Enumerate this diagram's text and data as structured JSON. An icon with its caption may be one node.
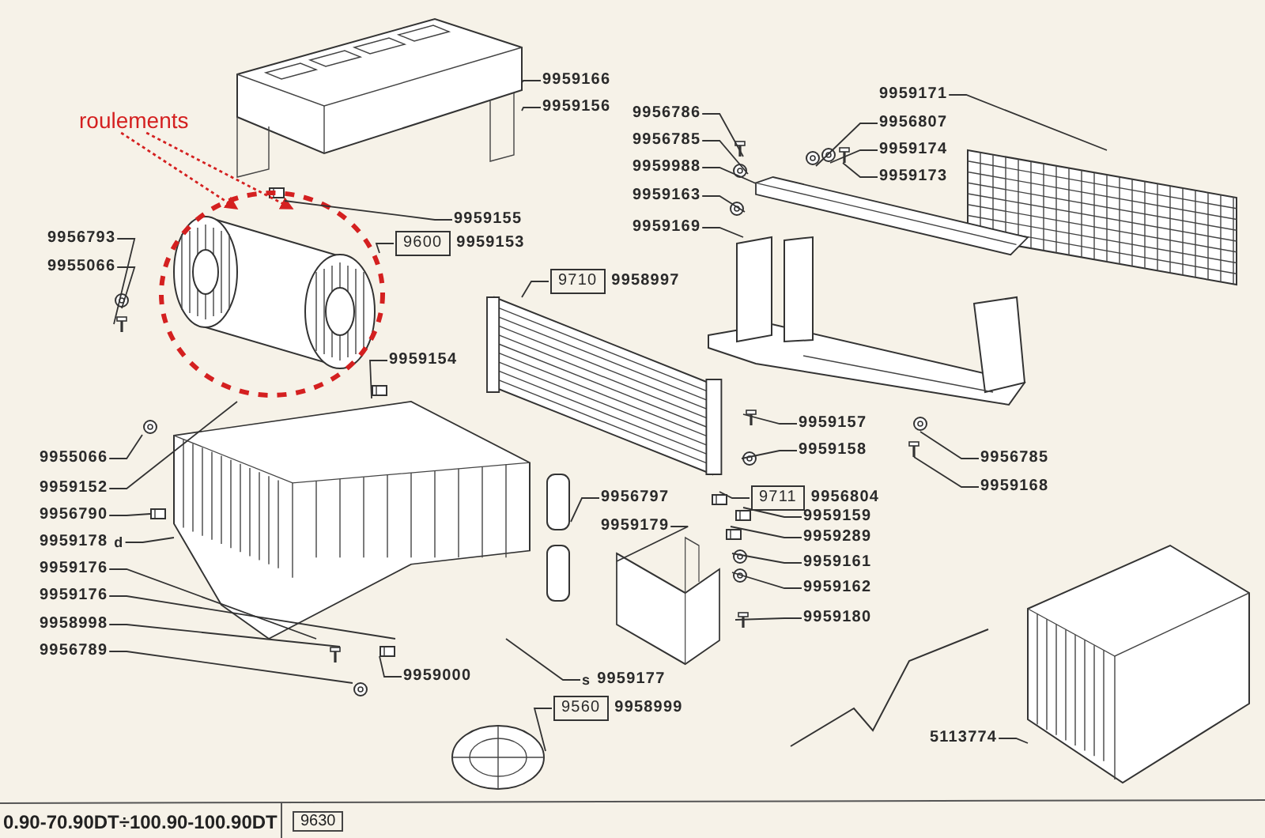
{
  "diagram": {
    "nodes": [
      {
        "text": [
          "roulements"
        ]
      },
      {
        "text": [
          "9959166"
        ]
      },
      {
        "text": [
          "9959156"
        ]
      },
      {
        "text": [
          "9956786"
        ]
      },
      {
        "text": [
          "9956785"
        ]
      },
      {
        "text": [
          "9959988"
        ]
      },
      {
        "text": [
          "9959163"
        ]
      },
      {
        "text": [
          "9959169"
        ]
      },
      {
        "text": [
          "9959171"
        ]
      },
      {
        "text": [
          "9956807"
        ]
      },
      {
        "text": [
          "9959174"
        ]
      },
      {
        "text": [
          "9959173"
        ]
      },
      {
        "text": [
          "9959155"
        ]
      },
      {
        "text": [
          "9600"
        ],
        "beside": [
          "9959153"
        ]
      },
      {
        "text": [
          "9956793"
        ]
      },
      {
        "text": [
          "9955066"
        ]
      },
      {
        "text": [
          "9710"
        ],
        "beside": [
          "9958997"
        ]
      },
      {
        "text": [
          "9959154"
        ]
      },
      {
        "text": [
          "9959157"
        ]
      },
      {
        "text": [
          "9959158"
        ]
      },
      {
        "text": [
          "9956785"
        ]
      },
      {
        "text": [
          "9959168"
        ]
      },
      {
        "text": [
          "9711"
        ],
        "beside": [
          "9956804"
        ]
      },
      {
        "text": [
          "9959159"
        ]
      },
      {
        "text": [
          "9959289"
        ]
      },
      {
        "text": [
          "9959161"
        ]
      },
      {
        "text": [
          "9959162"
        ]
      },
      {
        "text": [
          "9959180"
        ]
      },
      {
        "text": [
          "9956797"
        ]
      },
      {
        "text": [
          "9959179"
        ]
      },
      {
        "text": [
          "9955066"
        ]
      },
      {
        "text": [
          "9959152"
        ]
      },
      {
        "text": [
          "9956790"
        ]
      },
      {
        "text": [
          "9959178"
        ],
        "beside": [
          "d"
        ]
      },
      {
        "text": [
          "9959176"
        ]
      },
      {
        "text": [
          "9959176"
        ]
      },
      {
        "text": [
          "9958998"
        ]
      },
      {
        "text": [
          "9956789"
        ]
      },
      {
        "text": [
          "9959000"
        ]
      },
      {
        "text": [
          "9959177"
        ],
        "beside": [
          "s"
        ]
      },
      {
        "text": [
          "9560"
        ],
        "beside": [
          "9958999"
        ]
      },
      {
        "text": [
          "5113774"
        ]
      },
      {
        "text": [],
        "shape": "picture"
      },
      {
        "text": [],
        "shape": "picture"
      },
      {
        "text": [],
        "shape": "picture"
      },
      {
        "text": [],
        "shape": "picture"
      },
      {
        "text": [],
        "shape": "picture"
      },
      {
        "text": [],
        "shape": "picture"
      },
      {
        "text": [],
        "shape": "picture"
      },
      {
        "text": [],
        "shape": "picture"
      },
      {
        "text": [],
        "shape": "picture"
      },
      {
        "text": [],
        "shape": "picture"
      },
      {
        "text": [],
        "shape": "picture"
      },
      {
        "text": [],
        "shape": "picture"
      },
      {
        "text": [],
        "shape": "picture"
      },
      {
        "text": [],
        "shape": "picture"
      },
      {
        "text": [],
        "shape": "picture"
      },
      {
        "text": [],
        "shape": "picture"
      },
      {
        "text": [],
        "shape": "picture"
      },
      {
        "text": [],
        "shape": "picture"
      },
      {
        "text": [],
        "shape": "picture"
      },
      {
        "text": [],
        "shape": "picture"
      },
      {
        "text": [],
        "shape": "picture"
      },
      {
        "text": [],
        "shape": "picture"
      },
      {
        "text": [],
        "shape": "picture"
      },
      {
        "text": [],
        "shape": "picture"
      },
      {
        "text": [],
        "shape": "picture"
      },
      {
        "text": [],
        "shape": "picture"
      },
      {
        "text": [],
        "shape": "picture"
      },
      {
        "text": [],
        "shape": "picture"
      },
      {
        "text": [],
        "shape": "picture"
      },
      {
        "text": [],
        "shape": "picture"
      },
      {
        "text": [],
        "shape": "picture"
      },
      {
        "text": [],
        "shape": "picture"
      },
      {
        "text": [],
        "shape": "picture"
      },
      {
        "text": [],
        "shape": "picture"
      },
      {
        "text": [],
        "shape": "picture"
      },
      {
        "text": [],
        "shape": "picture"
      }
    ],
    "edges": [
      {
        "from": 0,
        "to": 45,
        "arrow": "to",
        "style": "dashed",
        "color": "#d42020"
      },
      {
        "from": 0,
        "to": 45,
        "arrow": "to",
        "style": "dashed",
        "color": "#d42020"
      },
      {
        "from": 1,
        "to": 42,
        "arrow": "none"
      },
      {
        "from": 2,
        "to": 42,
        "arrow": "none"
      },
      {
        "from": 3,
        "to": 53,
        "arrow": "none"
      },
      {
        "from": 4,
        "to": 54,
        "arrow": "none"
      },
      {
        "from": 5,
        "to": 44,
        "arrow": "none"
      },
      {
        "from": 6,
        "to": 55,
        "arrow": "none"
      },
      {
        "from": 7,
        "to": 46,
        "arrow": "none"
      },
      {
        "from": 8,
        "to": 43,
        "arrow": "none"
      },
      {
        "from": 9,
        "to": 56,
        "arrow": "none"
      },
      {
        "from": 10,
        "to": 57,
        "arrow": "none"
      },
      {
        "from": 11,
        "to": 58,
        "arrow": "none"
      },
      {
        "from": 12,
        "to": 59,
        "arrow": "none"
      },
      {
        "from": 13,
        "to": 45,
        "arrow": "none"
      },
      {
        "from": 14,
        "to": 60,
        "arrow": "none"
      },
      {
        "from": 15,
        "to": 61,
        "arrow": "none"
      },
      {
        "from": 16,
        "to": 47,
        "arrow": "none"
      },
      {
        "from": 17,
        "to": 62,
        "arrow": "none"
      },
      {
        "from": 18,
        "to": 63,
        "arrow": "none"
      },
      {
        "from": 19,
        "to": 64,
        "arrow": "none"
      },
      {
        "from": 20,
        "to": 65,
        "arrow": "none"
      },
      {
        "from": 21,
        "to": 66,
        "arrow": "none"
      },
      {
        "from": 22,
        "to": 67,
        "arrow": "none"
      },
      {
        "from": 23,
        "to": 68,
        "arrow": "none"
      },
      {
        "from": 24,
        "to": 69,
        "arrow": "none"
      },
      {
        "from": 25,
        "to": 70,
        "arrow": "none"
      },
      {
        "from": 26,
        "to": 71,
        "arrow": "none"
      },
      {
        "from": 27,
        "to": 72,
        "arrow": "none"
      },
      {
        "from": 28,
        "to": 49,
        "arrow": "none"
      },
      {
        "from": 29,
        "to": 50,
        "arrow": "none"
      },
      {
        "from": 30,
        "to": 73,
        "arrow": "none"
      },
      {
        "from": 31,
        "to": 48,
        "arrow": "none"
      },
      {
        "from": 32,
        "to": 74,
        "arrow": "none"
      },
      {
        "from": 33,
        "to": 48,
        "arrow": "none"
      },
      {
        "from": 34,
        "to": 48,
        "arrow": "none"
      },
      {
        "from": 35,
        "to": 48,
        "arrow": "none"
      },
      {
        "from": 36,
        "to": 75,
        "arrow": "none"
      },
      {
        "from": 37,
        "to": 76,
        "arrow": "none"
      },
      {
        "from": 38,
        "to": 77,
        "arrow": "none"
      },
      {
        "from": 39,
        "to": 48,
        "arrow": "none"
      },
      {
        "from": 40,
        "to": 52,
        "arrow": "none"
      },
      {
        "from": 41,
        "to": 51,
        "arrow": "none"
      }
    ],
    "labels": [
      "0.90-70.90DT÷100.90-100.90DT",
      "9630"
    ]
  }
}
